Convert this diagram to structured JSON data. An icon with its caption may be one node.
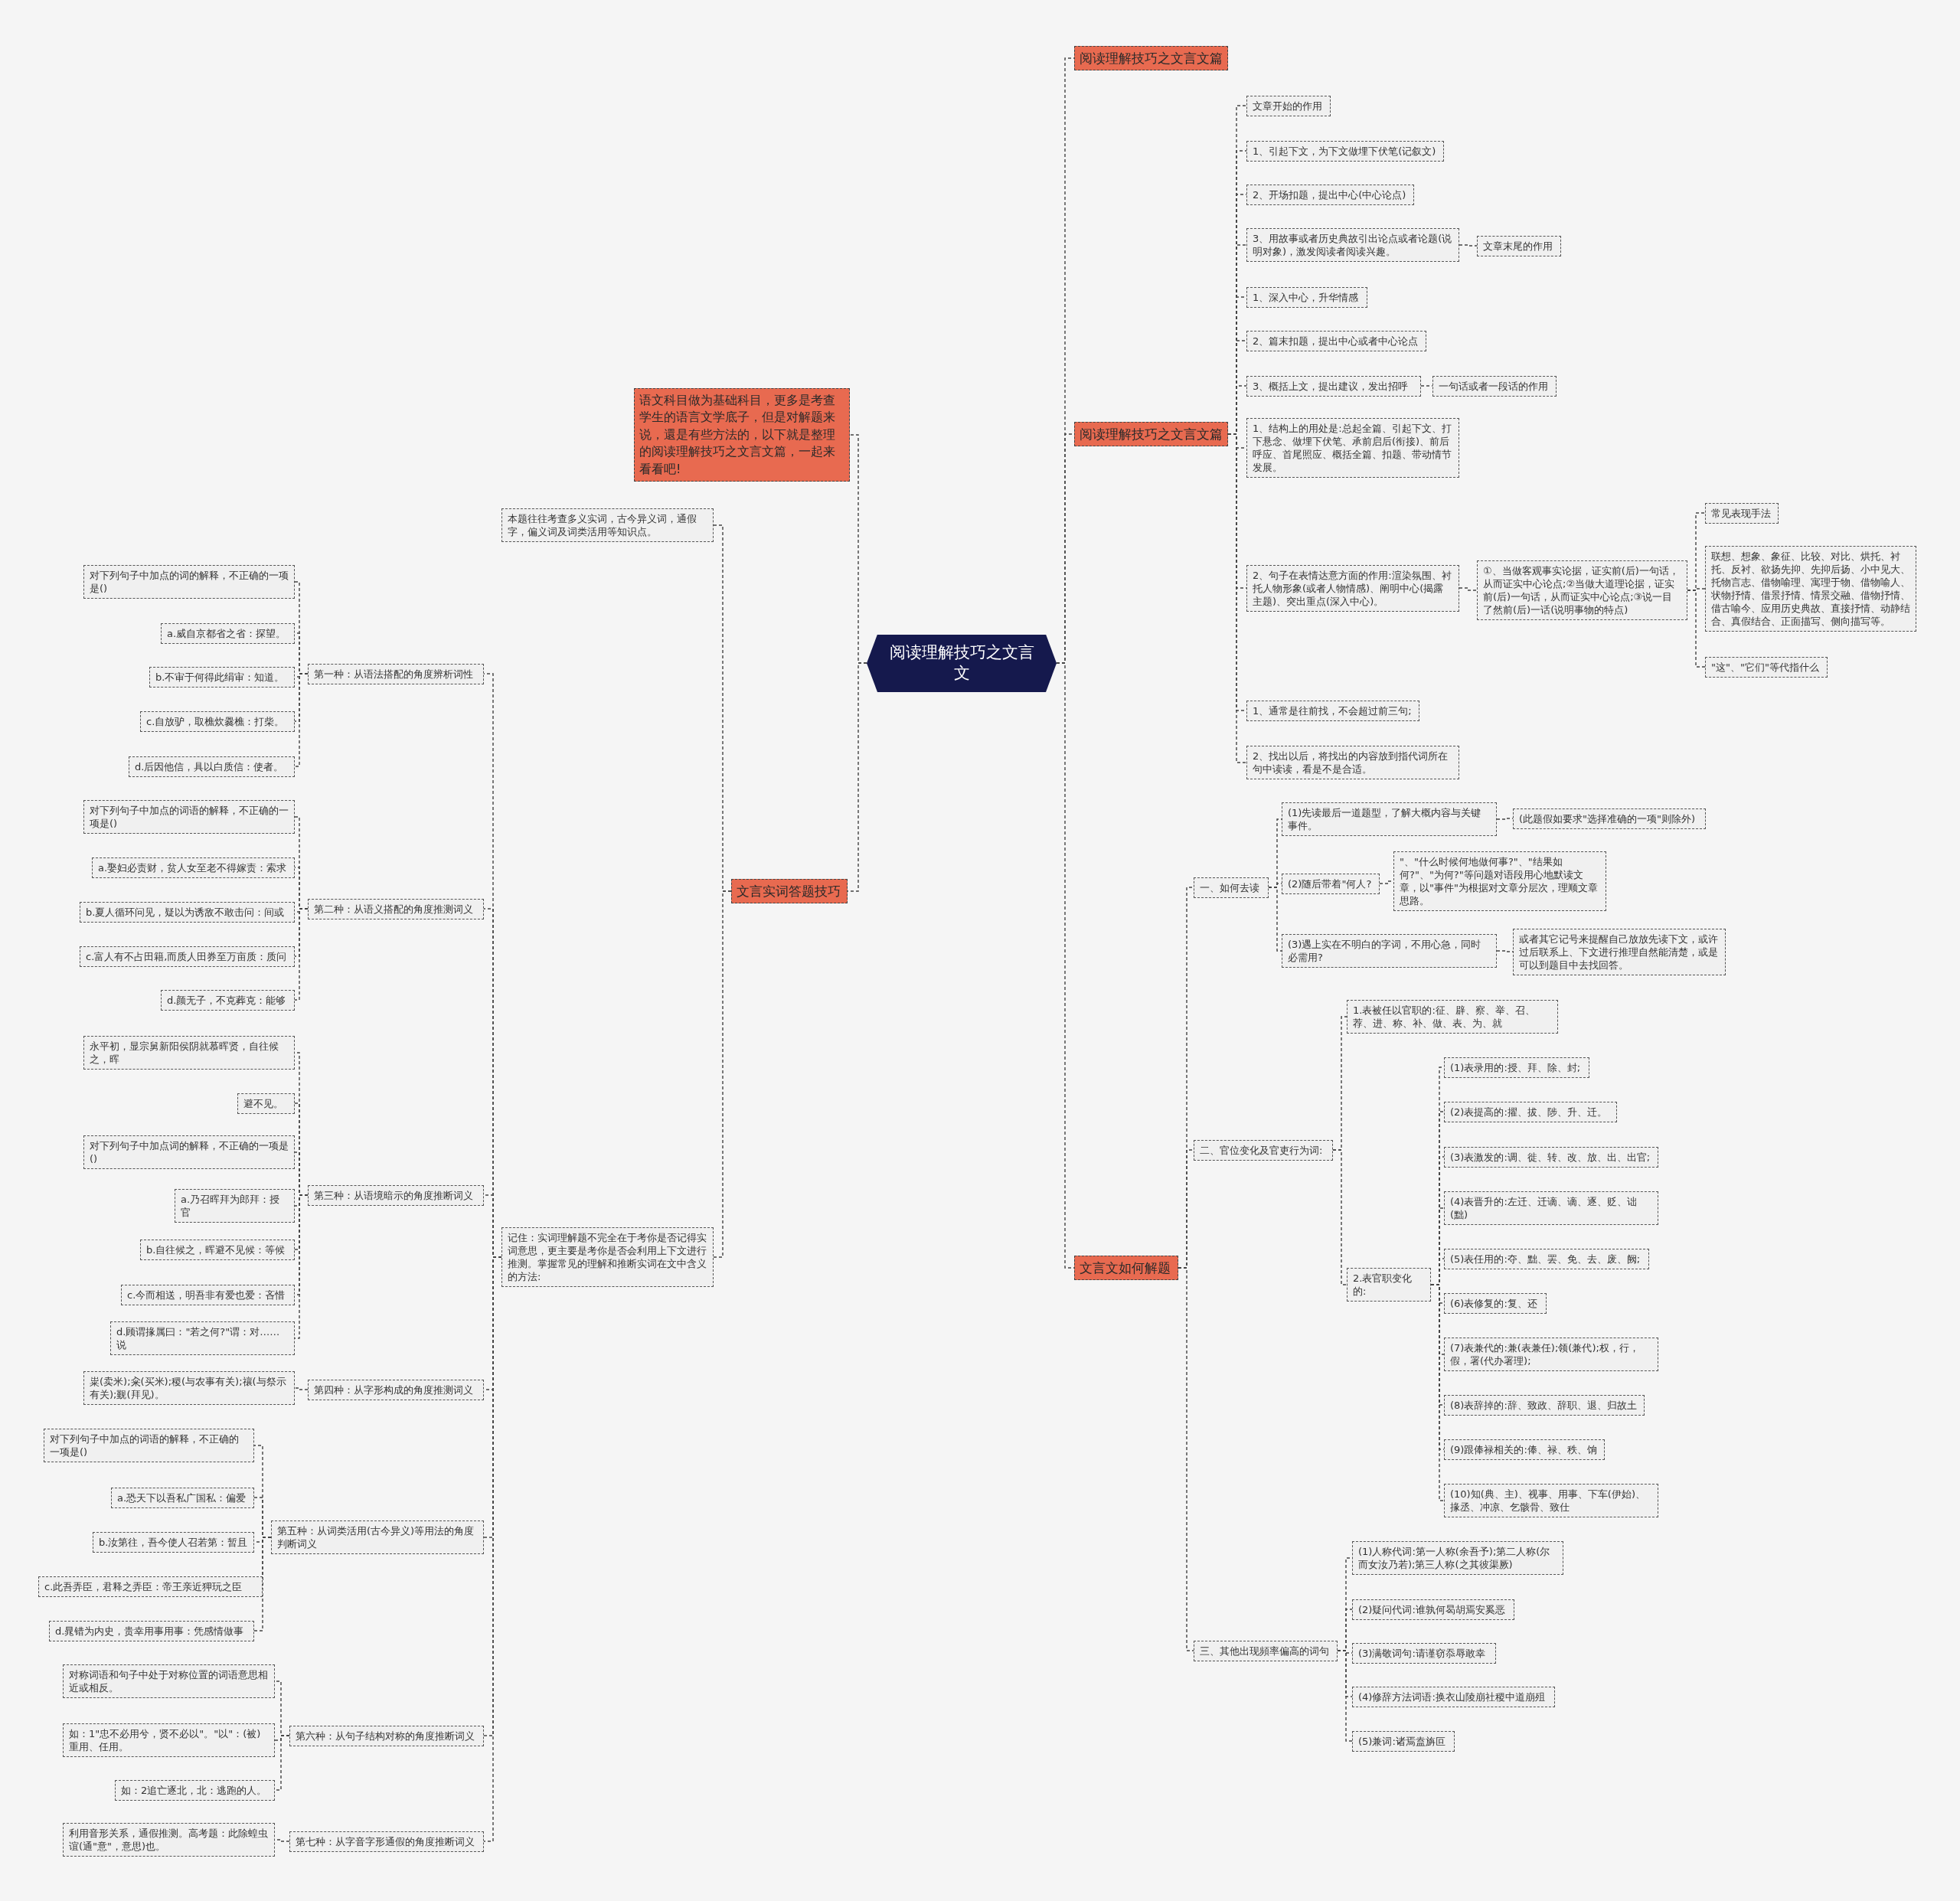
{
  "diagram": {
    "nodes": [
      {
        "text": [
          "阅读理解技巧之文言文"
        ]
      },
      {
        "text": [
          "语文科目做为基础科目，更多是考查学生的语言文学底子，但是对解题来说，還是有些方法的，以下就是整理的阅读理解技巧之文言文篇，一起来看看吧!"
        ]
      },
      {
        "text": [
          "文言实词答题技巧"
        ]
      },
      {
        "text": [
          "本题往往考查多义实词，古今异义词，通假字，偏义词及词类活用等知识点。"
        ]
      },
      {
        "text": [
          "第一种：从语法搭配的角度辨析词性"
        ]
      },
      {
        "text": [
          "对下列句子中加点的词的解释，不正确的一项是()"
        ]
      },
      {
        "text": [
          "a.威自京都省之省：探望。"
        ]
      },
      {
        "text": [
          "b.不审于何得此绢审：知道。"
        ]
      },
      {
        "text": [
          "c.自放驴，取樵炊爨樵：打柴。"
        ]
      },
      {
        "text": [
          "d.后因他信，具以白质信：使者。"
        ]
      },
      {
        "text": [
          "第二种：从语义搭配的角度推测词义"
        ]
      },
      {
        "text": [
          "对下列句子中加点的词语的解释，不正确的一项是()"
        ]
      },
      {
        "text": [
          "a.娶妇必责财，贫人女至老不得嫁责：索求"
        ]
      },
      {
        "text": [
          "b.夏人循环问见，疑以为诱敌不敢击问：间或"
        ]
      },
      {
        "text": [
          "c.富人有不占田籍,而质人田券至万亩质：质问"
        ]
      },
      {
        "text": [
          "d.颜无子，不克葬克：能够"
        ]
      },
      {
        "text": [
          "第三种：从语境暗示的角度推断词义"
        ]
      },
      {
        "text": [
          "永平初，显宗舅新阳侯阴就慕晖贤，自往候之，晖"
        ]
      },
      {
        "text": [
          "避不见。"
        ]
      },
      {
        "text": [
          "对下列句子中加点词的解释，不正确的一项是()"
        ]
      },
      {
        "text": [
          "a.乃召晖拜为郎拜：授官"
        ]
      },
      {
        "text": [
          "b.自往候之，晖避不见候：等候"
        ]
      },
      {
        "text": [
          "c.今而相送，明吾非有爱也爱：吝惜"
        ]
      },
      {
        "text": [
          "d.顾谓掾属曰：\"若之何?\"谓：对……说"
        ]
      },
      {
        "text": [
          "第四种：从字形构成的角度推测词义"
        ]
      },
      {
        "text": [
          "粜(卖米);籴(买米);稷(与农事有关);禳(与祭示有关);觐(拜见)。"
        ]
      },
      {
        "text": [
          "第五种：从词类活用(古今异义)等用法的角度判断词义"
        ]
      },
      {
        "text": [
          "对下列句子中加点的词语的解释，不正确的一项是()"
        ]
      },
      {
        "text": [
          "a.恐天下以吾私广国私：偏爱"
        ]
      },
      {
        "text": [
          "b.汝第往，吾今使人召若第：暂且"
        ]
      },
      {
        "text": [
          "c.此吾弄臣，君释之弄臣：帝王亲近狎玩之臣"
        ]
      },
      {
        "text": [
          "d.晁错为内史，贵幸用事用事：凭感情做事"
        ]
      },
      {
        "text": [
          "第六种：从句子结构对称的角度推断词义"
        ]
      },
      {
        "text": [
          "对称词语和句子中处于对称位置的词语意思相近或相反。"
        ]
      },
      {
        "text": [
          "如：1\"忠不必用兮，贤不必以\"。\"以\"：(被)重用、任用。"
        ]
      },
      {
        "text": [
          "如：2追亡逐北，北：逃跑的人。"
        ]
      },
      {
        "text": [
          "第七种：从字音字形通假的角度推断词义"
        ]
      },
      {
        "text": [
          "利用音形关系，通假推测。高考题：此除蝗虫谊(通\"意\"，意思)也。"
        ]
      },
      {
        "text": [
          "记住：实词理解题不完全在于考你是否记得实词意思，更主要是考你是否会利用上下文进行推测。掌握常见的理解和推断实词在文中含义的方法:"
        ]
      },
      {
        "text": [
          "阅读理解技巧之文言文篇"
        ]
      },
      {
        "text": [
          "阅读理解技巧之文言文篇"
        ]
      },
      {
        "text": [
          "文言文如何解题"
        ]
      },
      {
        "text": [
          "文章开始的作用"
        ]
      },
      {
        "text": [
          "1、引起下文，为下文做埋下伏笔(记叙文)"
        ]
      },
      {
        "text": [
          "2、开场扣题，提出中心(中心论点)"
        ]
      },
      {
        "text": [
          "3、用故事或者历史典故引出论点或者论题(说明对象)，激发阅读者阅读兴趣。"
        ]
      },
      {
        "text": [
          "文章末尾的作用"
        ]
      },
      {
        "text": [
          "1、深入中心，升华情感"
        ]
      },
      {
        "text": [
          "2、篇末扣题，提出中心或者中心论点"
        ]
      },
      {
        "text": [
          "3、概括上文，提出建议，发出招呼"
        ]
      },
      {
        "text": [
          "一句话或者一段话的作用"
        ]
      },
      {
        "text": [
          "1、结构上的用处是:总起全篇、引起下文、打下悬念、做埋下伏笔、承前启后(衔接)、前后呼应、首尾照应、概括全篇、扣题、带动情节发展。"
        ]
      },
      {
        "text": [
          "2、句子在表情达意方面的作用:渲染氛围、衬托人物形象(或者人物情感)、阐明中心(揭露主题)、突出重点(深入中心)。"
        ]
      },
      {
        "text": [
          "①、当做客观事实论据，证实前(后)一句话，从而证实中心论点;②当做大道理论据，证实前(后)一句话，从而证实中心论点;③说一目了然前(后)一话(说明事物的特点)"
        ]
      },
      {
        "text": [
          "常见表现手法"
        ]
      },
      {
        "text": [
          "联想、想象、象征、比较、对比、烘托、衬托、反衬、欲扬先抑、先抑后扬、小中见大、托物言志、借物喻理、寓理于物、借物喻人、状物抒情、借景抒情、情景交融、借物抒情、借古喻今、应用历史典故、直接抒情、动静结合、真假结合、正面描写、侧向描写等。"
        ]
      },
      {
        "text": [
          "\"这\"、\"它们\"等代指什么"
        ]
      },
      {
        "text": [
          "1、通常是往前找，不会超过前三句;"
        ]
      },
      {
        "text": [
          "2、找出以后，将找出的内容放到指代词所在句中读读，看是不是合适。"
        ]
      },
      {
        "text": [
          "一、如何去读"
        ]
      },
      {
        "text": [
          "(1)先读最后一道题型，了解大概内容与关键事件。"
        ]
      },
      {
        "text": [
          "(此题假如要求\"选择准确的一项\"则除外)"
        ]
      },
      {
        "text": [
          "(2)随后带着\"何人?"
        ]
      },
      {
        "text": [
          "\"、\"什么时候何地做何事?\"、\"结果如何?\"、\"为何?\"等问题对语段用心地默读文章，以\"事件\"为根据对文章分层次，理顺文章思路。"
        ]
      },
      {
        "text": [
          "(3)遇上实在不明白的字词，不用心急，同时必需用?"
        ]
      },
      {
        "text": [
          "或者其它记号来提醒自己放放先读下文，或许过后联系上、下文进行推理自然能清楚，或是可以到题目中去找回答。"
        ]
      },
      {
        "text": [
          "二、官位变化及官吏行为词:"
        ]
      },
      {
        "text": [
          "1.表被任以官职的:征、辟、察、举、召、荐、进、称、补、做、表、为、就"
        ]
      },
      {
        "text": [
          "2.表官职变化的:"
        ]
      },
      {
        "text": [
          "(1)表录用的:授、拜、除、封;"
        ]
      },
      {
        "text": [
          "(2)表提高的:擢、拔、陟、升、迁。"
        ]
      },
      {
        "text": [
          "(3)表激发的:调、徙、转、改、放、出、出官;"
        ]
      },
      {
        "text": [
          "(4)表晋升的:左迁、迁谪、谪、逐、贬、诎(黜)"
        ]
      },
      {
        "text": [
          "(5)表任用的:夺、黜、罢、免、去、废、阙;"
        ]
      },
      {
        "text": [
          "(6)表修复的:复、还"
        ]
      },
      {
        "text": [
          "(7)表兼代的:兼(表兼任);领(兼代);权，行，假，署(代办署理);"
        ]
      },
      {
        "text": [
          "(8)表辞掉的:辞、致政、辞职、退、归故土"
        ]
      },
      {
        "text": [
          "(9)跟俸禄相关的:俸、禄、秩、饷"
        ]
      },
      {
        "text": [
          "(10)知(典、主)、视事、用事、下车(伊始)、掾丞、冲凉、乞骸骨、致仕"
        ]
      },
      {
        "text": [
          "三、其他出现頻率偏高的词句"
        ]
      },
      {
        "text": [
          "(1)人称代词:第一人称(余吾予);第二人称(尔而女汝乃若);第三人称(之其彼渠厥)"
        ]
      },
      {
        "text": [
          "(2)疑问代词:谁孰何曷胡焉安奚恶"
        ]
      },
      {
        "text": [
          "(3)满敬词句:请谨窃忝辱敢幸"
        ]
      },
      {
        "text": [
          "(4)修辞方法词语:换衣山陵崩社稷中道崩殂"
        ]
      },
      {
        "text": [
          "(5)兼词:诸焉盍旃叵"
        ]
      }
    ],
    "edges": [
      {
        "from": 0,
        "to": 1,
        "arrow": "none"
      },
      {
        "from": 0,
        "to": 2,
        "arrow": "none"
      },
      {
        "from": 2,
        "to": 3,
        "arrow": "none"
      },
      {
        "from": 2,
        "to": 38,
        "arrow": "none"
      },
      {
        "from": 38,
        "to": 4,
        "arrow": "none"
      },
      {
        "from": 4,
        "to": 5,
        "arrow": "none"
      },
      {
        "from": 4,
        "to": 6,
        "arrow": "none"
      },
      {
        "from": 4,
        "to": 7,
        "arrow": "none"
      },
      {
        "from": 4,
        "to": 8,
        "arrow": "none"
      },
      {
        "from": 4,
        "to": 9,
        "arrow": "none"
      },
      {
        "from": 38,
        "to": 10,
        "arrow": "none"
      },
      {
        "from": 10,
        "to": 11,
        "arrow": "none"
      },
      {
        "from": 10,
        "to": 12,
        "arrow": "none"
      },
      {
        "from": 10,
        "to": 13,
        "arrow": "none"
      },
      {
        "from": 10,
        "to": 14,
        "arrow": "none"
      },
      {
        "from": 10,
        "to": 15,
        "arrow": "none"
      },
      {
        "from": 38,
        "to": 16,
        "arrow": "none"
      },
      {
        "from": 16,
        "to": 17,
        "arrow": "none"
      },
      {
        "from": 16,
        "to": 18,
        "arrow": "none"
      },
      {
        "from": 16,
        "to": 19,
        "arrow": "none"
      },
      {
        "from": 16,
        "to": 20,
        "arrow": "none"
      },
      {
        "from": 16,
        "to": 21,
        "arrow": "none"
      },
      {
        "from": 16,
        "to": 22,
        "arrow": "none"
      },
      {
        "from": 16,
        "to": 23,
        "arrow": "none"
      },
      {
        "from": 38,
        "to": 24,
        "arrow": "none"
      },
      {
        "from": 24,
        "to": 25,
        "arrow": "none"
      },
      {
        "from": 38,
        "to": 26,
        "arrow": "none"
      },
      {
        "from": 26,
        "to": 27,
        "arrow": "none"
      },
      {
        "from": 26,
        "to": 28,
        "arrow": "none"
      },
      {
        "from": 26,
        "to": 29,
        "arrow": "none"
      },
      {
        "from": 26,
        "to": 30,
        "arrow": "none"
      },
      {
        "from": 26,
        "to": 31,
        "arrow": "none"
      },
      {
        "from": 38,
        "to": 32,
        "arrow": "none"
      },
      {
        "from": 32,
        "to": 33,
        "arrow": "none"
      },
      {
        "from": 32,
        "to": 34,
        "arrow": "none"
      },
      {
        "from": 32,
        "to": 35,
        "arrow": "none"
      },
      {
        "from": 38,
        "to": 36,
        "arrow": "none"
      },
      {
        "from": 36,
        "to": 37,
        "arrow": "none"
      },
      {
        "from": 0,
        "to": 39,
        "arrow": "none"
      },
      {
        "from": 0,
        "to": 40,
        "arrow": "none"
      },
      {
        "from": 0,
        "to": 41,
        "arrow": "none"
      },
      {
        "from": 40,
        "to": 42,
        "arrow": "none"
      },
      {
        "from": 40,
        "to": 43,
        "arrow": "none"
      },
      {
        "from": 40,
        "to": 44,
        "arrow": "none"
      },
      {
        "from": 40,
        "to": 45,
        "arrow": "none"
      },
      {
        "from": 45,
        "to": 46,
        "arrow": "none"
      },
      {
        "from": 40,
        "to": 47,
        "arrow": "none"
      },
      {
        "from": 40,
        "to": 48,
        "arrow": "none"
      },
      {
        "from": 40,
        "to": 49,
        "arrow": "none"
      },
      {
        "from": 49,
        "to": 50,
        "arrow": "none"
      },
      {
        "from": 40,
        "to": 51,
        "arrow": "none"
      },
      {
        "from": 40,
        "to": 52,
        "arrow": "none"
      },
      {
        "from": 52,
        "to": 53,
        "arrow": "none"
      },
      {
        "from": 53,
        "to": 54,
        "arrow": "none"
      },
      {
        "from": 53,
        "to": 55,
        "arrow": "none"
      },
      {
        "from": 53,
        "to": 56,
        "arrow": "none"
      },
      {
        "from": 40,
        "to": 57,
        "arrow": "none"
      },
      {
        "from": 40,
        "to": 58,
        "arrow": "none"
      },
      {
        "from": 41,
        "to": 59,
        "arrow": "none"
      },
      {
        "from": 59,
        "to": 60,
        "arrow": "none"
      },
      {
        "from": 60,
        "to": 61,
        "arrow": "none"
      },
      {
        "from": 59,
        "to": 62,
        "arrow": "none"
      },
      {
        "from": 62,
        "to": 63,
        "arrow": "none"
      },
      {
        "from": 59,
        "to": 64,
        "arrow": "none"
      },
      {
        "from": 64,
        "to": 65,
        "arrow": "none"
      },
      {
        "from": 41,
        "to": 66,
        "arrow": "none"
      },
      {
        "from": 66,
        "to": 67,
        "arrow": "none"
      },
      {
        "from": 66,
        "to": 68,
        "arrow": "none"
      },
      {
        "from": 68,
        "to": 69,
        "arrow": "none"
      },
      {
        "from": 68,
        "to": 70,
        "arrow": "none"
      },
      {
        "from": 68,
        "to": 71,
        "arrow": "none"
      },
      {
        "from": 68,
        "to": 72,
        "arrow": "none"
      },
      {
        "from": 68,
        "to": 73,
        "arrow": "none"
      },
      {
        "from": 68,
        "to": 74,
        "arrow": "none"
      },
      {
        "from": 68,
        "to": 75,
        "arrow": "none"
      },
      {
        "from": 68,
        "to": 76,
        "arrow": "none"
      },
      {
        "from": 68,
        "to": 77,
        "arrow": "none"
      },
      {
        "from": 68,
        "to": 78,
        "arrow": "none"
      },
      {
        "from": 41,
        "to": 79,
        "arrow": "none"
      },
      {
        "from": 79,
        "to": 80,
        "arrow": "none"
      },
      {
        "from": 79,
        "to": 81,
        "arrow": "none"
      },
      {
        "from": 79,
        "to": 82,
        "arrow": "none"
      },
      {
        "from": 79,
        "to": 83,
        "arrow": "none"
      },
      {
        "from": 79,
        "to": 84,
        "arrow": "none"
      }
    ]
  }
}
